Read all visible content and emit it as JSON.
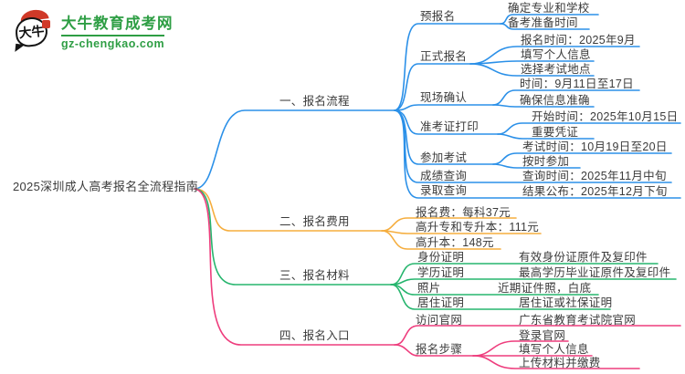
{
  "logo": {
    "brand": "大牛教育成考网",
    "domain": "gz-chengkao.com",
    "icon_text": "大牛"
  },
  "colors": {
    "branch1": "#2b90e8",
    "branch2": "#f5ad3d",
    "branch3": "#27b56e",
    "branch4": "#ee3d7d",
    "brand_green": "#2e9e44",
    "logo_red": "#d03928",
    "text": "#3b3b3b"
  },
  "root": {
    "label": "2025深圳成人高考报名全流程指南"
  },
  "branches": [
    {
      "label": "一、报名流程",
      "children": [
        {
          "label": "预报名",
          "children": [
            {
              "label": "确定专业和学校"
            },
            {
              "label": "备考准备时间"
            }
          ]
        },
        {
          "label": "正式报名",
          "children": [
            {
              "label": "报名时间：2025年9月"
            },
            {
              "label": "填写个人信息"
            },
            {
              "label": "选择考试地点"
            }
          ]
        },
        {
          "label": "现场确认",
          "children": [
            {
              "label": "时间：9月11日至17日"
            },
            {
              "label": "确保信息准确"
            }
          ]
        },
        {
          "label": "准考证打印",
          "children": [
            {
              "label": "开始时间：2025年10月15日"
            },
            {
              "label": "重要凭证"
            }
          ]
        },
        {
          "label": "参加考试",
          "children": [
            {
              "label": "考试时间：10月19日至20日"
            },
            {
              "label": "按时参加"
            }
          ]
        },
        {
          "label": "成绩查询",
          "children": [
            {
              "label": "查询时间：2025年11月中旬"
            }
          ]
        },
        {
          "label": "录取查询",
          "children": [
            {
              "label": "结果公布：2025年12月下旬"
            }
          ]
        }
      ]
    },
    {
      "label": "二、报名费用",
      "children": [
        {
          "label": "报名费：每科37元"
        },
        {
          "label": "高升专和专升本：111元"
        },
        {
          "label": "高升本：148元"
        }
      ]
    },
    {
      "label": "三、报名材料",
      "children": [
        {
          "label": "身份证明",
          "children": [
            {
              "label": "有效身份证原件及复印件"
            }
          ]
        },
        {
          "label": "学历证明",
          "children": [
            {
              "label": "最高学历毕业证原件及复印件"
            }
          ]
        },
        {
          "label": "照片",
          "children": [
            {
              "label": "近期证件照，白底"
            }
          ]
        },
        {
          "label": "居住证明",
          "children": [
            {
              "label": "居住证或社保证明"
            }
          ]
        }
      ]
    },
    {
      "label": "四、报名入口",
      "children": [
        {
          "label": "访问官网",
          "children": [
            {
              "label": "广东省教育考试院官网"
            }
          ]
        },
        {
          "label": "报名步骤",
          "children": [
            {
              "label": "登录官网"
            },
            {
              "label": "填写个人信息"
            },
            {
              "label": "上传材料并缴费"
            }
          ]
        }
      ]
    }
  ]
}
